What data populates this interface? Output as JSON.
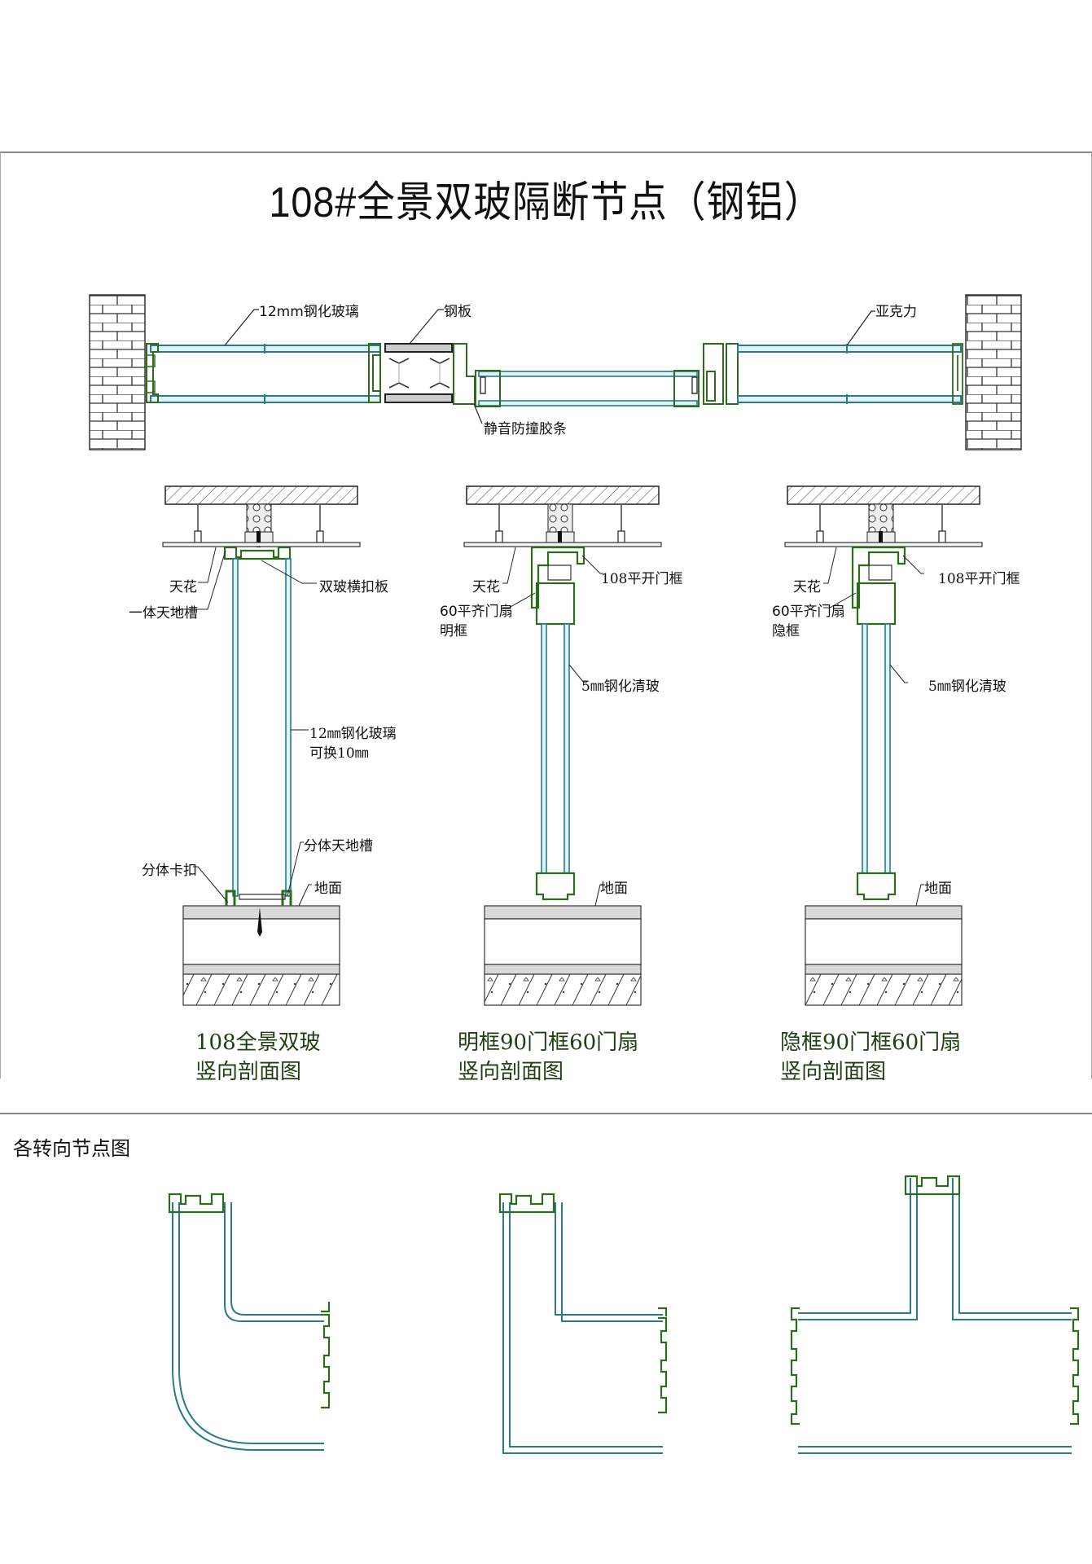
{
  "title": "108#全景双玻隔断节点（钢铝）",
  "plan_view": {
    "labels": {
      "glass": "12mm钢化玻璃",
      "steel_plate": "钢板",
      "acrylic": "亚克力",
      "seal_strip": "静音防撞胶条"
    }
  },
  "sections": [
    {
      "labels": {
        "ceiling": "天花",
        "track": "一体天地槽",
        "cover": "双玻横扣板",
        "glass_line1": "12㎜钢化玻璃",
        "glass_line2": "可换10㎜",
        "split_track": "分体天地槽",
        "clip": "分体卡扣",
        "floor": "地面"
      },
      "caption_line1": "108全景双玻",
      "caption_line2": "竖向剖面图"
    },
    {
      "labels": {
        "ceiling": "天花",
        "frame": "108平开门框",
        "sash_line1": "60平齐门扇",
        "sash_line2": "明框",
        "glass": "5㎜钢化清玻",
        "floor": "地面"
      },
      "caption_line1": "明框90门框60门扇",
      "caption_line2": "竖向剖面图"
    },
    {
      "labels": {
        "ceiling": "天花",
        "frame": "108平开门框",
        "sash_line1": "60平齐门扇",
        "sash_line2": "隐框",
        "glass": "5㎜钢化清玻",
        "floor": "地面"
      },
      "caption_line1": "隐框90门框60门扇",
      "caption_line2": "竖向剖面图"
    }
  ],
  "corner_section": {
    "title": "各转向节点图",
    "items": [
      "curved-corner",
      "right-angle-corner",
      "t-junction"
    ]
  },
  "colors": {
    "profile_green": "#2e6b1f",
    "glass_teal": "#2a7b8c",
    "glass_fill": "#dff3f7",
    "line": "#222222",
    "concrete_gray": "#d9d9d9"
  }
}
